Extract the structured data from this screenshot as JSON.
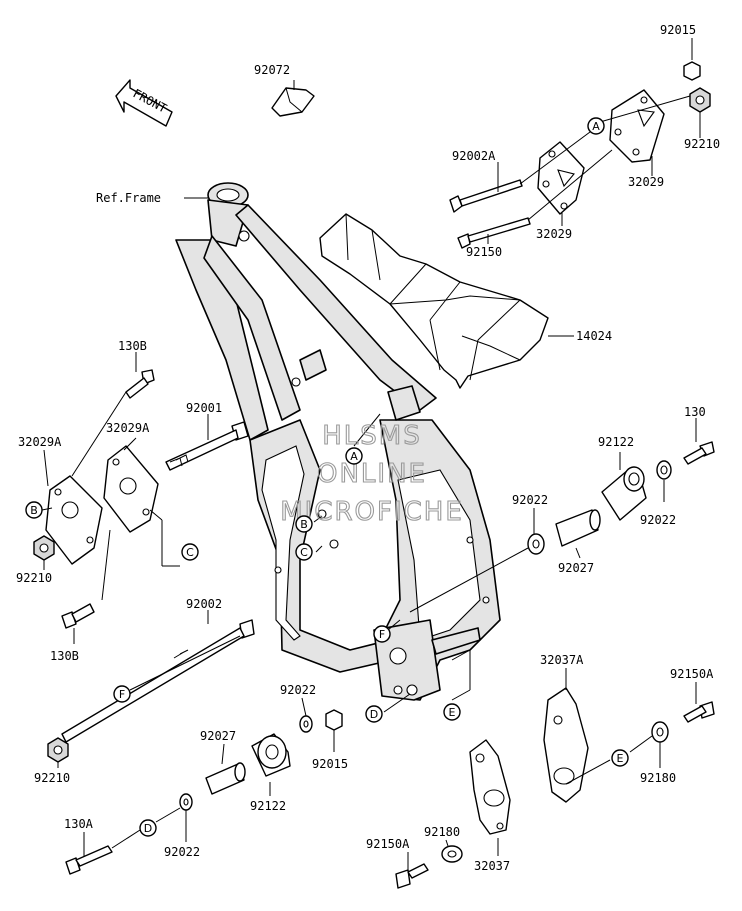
{
  "labels": {
    "p92072": "92072",
    "p92015_top": "92015",
    "p92210_top": "92210",
    "p32029_top": "32029",
    "p92002A": "92002A",
    "p32029_mid": "32029",
    "p92150": "92150",
    "ref_frame": "Ref.Frame",
    "p14024": "14024",
    "p130B_top": "130B",
    "p32029A_l": "32029A",
    "p32029A_r": "32029A",
    "p92001": "92001",
    "p92210_left": "92210",
    "p130": "130",
    "p92122_r": "92122",
    "p92022_r2": "92022",
    "p92022_r1": "92022",
    "p92027_r": "92027",
    "p92002": "92002",
    "p130B_bot": "130B",
    "p32037A": "32037A",
    "p92150A_r": "92150A",
    "p92180_r": "92180",
    "p92210_bot": "92210",
    "p92022_mid": "92022",
    "p92015_mid": "92015",
    "p92027_bot": "92027",
    "p92122_bot": "92122",
    "p130A": "130A",
    "p92022_bot": "92022",
    "p92180_bot": "92180",
    "p92150A_bot": "92150A",
    "p32037": "32037"
  },
  "callouts": {
    "A1": "A",
    "A2": "A",
    "B1": "B",
    "B2": "B",
    "C1": "C",
    "C2": "C",
    "D1": "D",
    "D2": "D",
    "E1": "E",
    "E2": "E",
    "F1": "F",
    "F2": "F"
  },
  "front_arrow": "FRONT",
  "watermark": [
    "HLSMS",
    "ONLINE",
    "MICROFICHE"
  ],
  "colors": {
    "ink": "#000000",
    "fill_light": "#e4e4e4",
    "watermark": "#9a9a9a"
  }
}
